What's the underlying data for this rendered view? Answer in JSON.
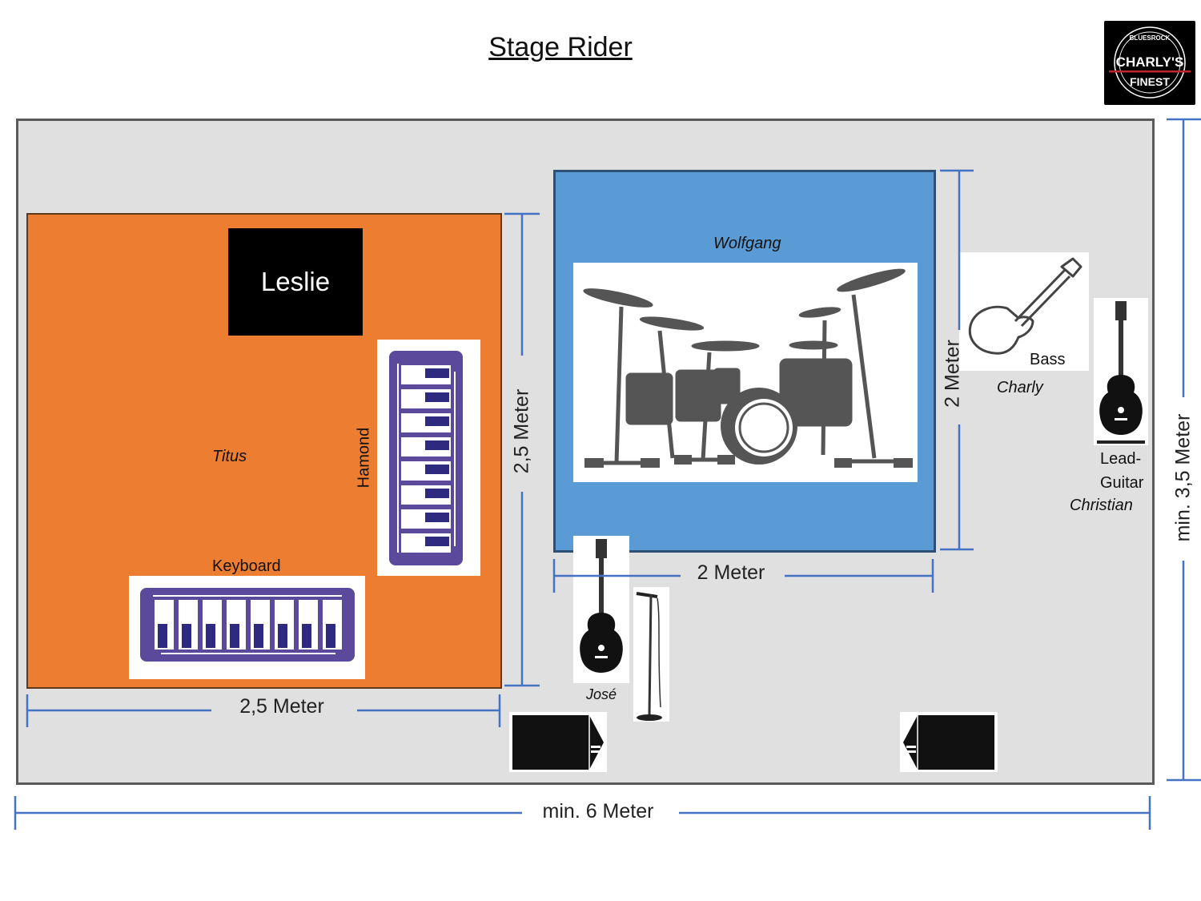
{
  "title": "Stage Rider",
  "logo": {
    "top": "BLUESROCK",
    "line1": "CHARLY'S",
    "line2": "FINEST"
  },
  "areas": {
    "leslie": "Leslie",
    "keys_player": "Titus",
    "hamond": "Hamond",
    "keyboard": "Keyboard",
    "drummer": "Wolfgang",
    "bass": "Bass",
    "bass_player": "Charly",
    "lead_guitar_line1": "Lead-",
    "lead_guitar_line2": "Guitar",
    "lead_player": "Christian",
    "vocal_player": "José"
  },
  "dimensions": {
    "keys_width": "2,5 Meter",
    "keys_depth": "2,5 Meter",
    "drum_width": "2 Meter",
    "drum_depth": "2 Meter",
    "stage_width": "min. 6 Meter",
    "stage_depth": "min. 3,5 Meter"
  },
  "colors": {
    "keys_riser": "#ed7d31",
    "drum_riser": "#5b9bd5",
    "stage": "#e0e0e0",
    "dimension_line": "#4472c4",
    "keyboard_purple": "#5b4a9b"
  }
}
